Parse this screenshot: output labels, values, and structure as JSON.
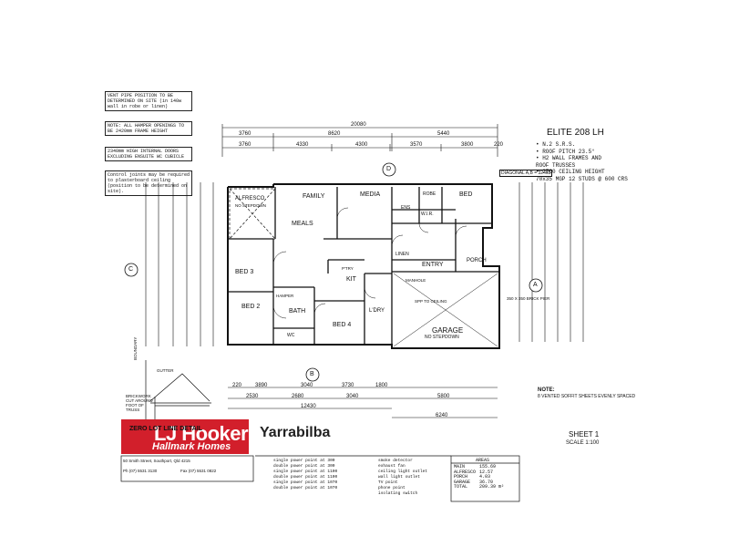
{
  "title_block": {
    "design": "ELITE 208 LH",
    "specs": [
      "• N.2          S.R.S.",
      "• ROOF PITCH 23.5°",
      "• H2 WALL FRAMES AND",
      "   ROOF TRUSSES",
      "• 2700 CEILING HEIGHT",
      "   70x35 MGP 12 STUDS @ 600 CRS"
    ],
    "sheet": "SHEET 1",
    "scale": "SCALE 1:100",
    "note_label": "NOTE:",
    "note_text": "8 VENTED SOFFIT SHEETS EVENLY SPACED"
  },
  "notes": [
    "VENT PIPE POSITION TO BE DETERMINED ON SITE (in 140w wall in robe or linen)",
    "NOTE: ALL HAMPER OPENINGS TO BE 2420mm FRAME HEIGHT",
    "2340mm HIGH INTERNAL DOORS EXCLUDING ENSUITE WC CUBICLE",
    "Control joints may be required to plasterboard ceiling (position to be determined on site)."
  ],
  "dimensions": {
    "overall_top": "20080",
    "top_row_1": [
      "3760",
      "8620",
      "5440"
    ],
    "top_row_2": [
      "3760",
      "4330",
      "4300",
      "3570",
      "3800"
    ],
    "edge": "220",
    "bottom_row_1": [
      "220",
      "3890",
      "3040",
      "3730",
      "1800"
    ],
    "bottom_row_2": [
      "2530",
      "2680",
      "3040",
      "5800"
    ],
    "bottom_overall": "12430",
    "bottom_right": "6240",
    "diagonal": "DIAGONAL A,B = 32465"
  },
  "grid_markers": {
    "a": "A",
    "b": "B",
    "c": "C",
    "d": "D"
  },
  "rooms": {
    "alfresco": "ALFRESCO",
    "alfresco_sub": "NO STEPDOWN",
    "family": "FAMILY",
    "media": "MEDIA",
    "meals": "MEALS",
    "bed": "BED",
    "bed2": "BED 2",
    "bed3": "BED 3",
    "bed4": "BED 4",
    "kit": "KIT",
    "bath": "BATH",
    "ldry": "L'DRY",
    "entry": "ENTRY",
    "porch": "PORCH",
    "robe": "ROBE",
    "ens": "ENS",
    "wir": "W.I.R.",
    "linen": "LINEN",
    "garage": "GARAGE",
    "garage_sub": "NO STEPDOWN",
    "pantry": "P'TRY",
    "wc": "WC",
    "hamper": "HAMPER",
    "manhole": "MANHOLE",
    "spp": "SPP TO CEILING",
    "brick_pier": "350 X 350 BRICK PIER",
    "boundary": "BOUNDARY",
    "gutter": "GUTTER",
    "brickwork": "BRICKWORK CUT AROUND FOOT OF TRUSS",
    "zero_lot": "ZERO LOT LINE DETAIL"
  },
  "branding": {
    "line1": "LJ Hooker",
    "line2": "Hallmark Homes",
    "location": "Yarrabilba",
    "address": "50 Smith Street, Southport, Qld 4215",
    "phone": "Ph (07) 5531 3130",
    "fax": "Fax (07) 5531 0822"
  },
  "areas": {
    "heading": "AREAS",
    "rows": [
      {
        "name": "MAIN",
        "value": "155.69"
      },
      {
        "name": "ALFRESCO",
        "value": "12.57"
      },
      {
        "name": "PORCH",
        "value": "4.03"
      },
      {
        "name": "GARAGE",
        "value": "36.70"
      },
      {
        "name": "TOTAL",
        "value": "209.39"
      }
    ],
    "unit": "m²"
  },
  "legend": [
    "single power point at 300",
    "double power point at 300",
    "single power point at 1100",
    "double power point at 1100",
    "single power point at 1070",
    "double power point at 1070",
    "smoke detector",
    "exhaust fan",
    "ceiling light outlet",
    "wall light outlet",
    "TV point",
    "phone point",
    "isolating switch"
  ]
}
